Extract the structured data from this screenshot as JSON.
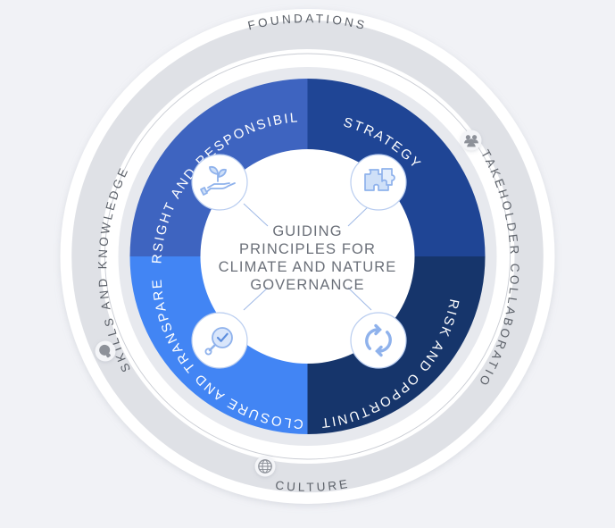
{
  "background_color": "#f1f2f6",
  "center": {
    "lines": [
      "GUIDING",
      "PRINCIPLES FOR",
      "CLIMATE AND NATURE",
      "GOVERNANCE"
    ],
    "full_text": "GUIDING PRINCIPLES FOR CLIMATE AND NATURE GOVERNANCE",
    "text_color": "#6b7079",
    "fill_color": "#ffffff"
  },
  "outer_ring": {
    "ring_color": "#dfe1e6",
    "label_color": "#5c6169",
    "labels": [
      {
        "id": "foundations",
        "text": "FOUNDATIONS",
        "position": "top",
        "icon": null
      },
      {
        "id": "stakeholder-collaboration",
        "text": "STAKEHOLDER COLLABORATION",
        "position": "right",
        "icon": "people-group-icon"
      },
      {
        "id": "culture",
        "text": "CULTURE",
        "position": "bottom",
        "icon": "globe-icon"
      },
      {
        "id": "skills-and-knowledge",
        "text": "SKILLS AND KNOWLEDGE",
        "position": "left",
        "icon": "lightbulb-icon"
      }
    ]
  },
  "quadrants": [
    {
      "id": "oversight-and-responsibility",
      "label": "OVERSIGHT AND RESPONSIBILITY",
      "position": "top-left",
      "color": "#3e64c0",
      "icon": "hand-holding-sprout-icon",
      "icon_color": "#8fb2ec"
    },
    {
      "id": "strategy",
      "label": "STRATEGY",
      "position": "top-right",
      "color": "#1f4595",
      "icon": "puzzle-pieces-icon",
      "icon_color": "#8fb2ec"
    },
    {
      "id": "risk-and-opportunity",
      "label": "RISK AND OPPORTUNITY",
      "position": "bottom-right",
      "color": "#16356b",
      "icon": "cycle-arrows-icon",
      "icon_color": "#8fb2ec"
    },
    {
      "id": "disclosure-and-transparency",
      "label": "DISCLOSURE AND TRANSPARENCY",
      "position": "bottom-left",
      "color": "#4285f4",
      "icon": "magnifier-check-icon",
      "icon_color": "#8fb2ec"
    }
  ]
}
